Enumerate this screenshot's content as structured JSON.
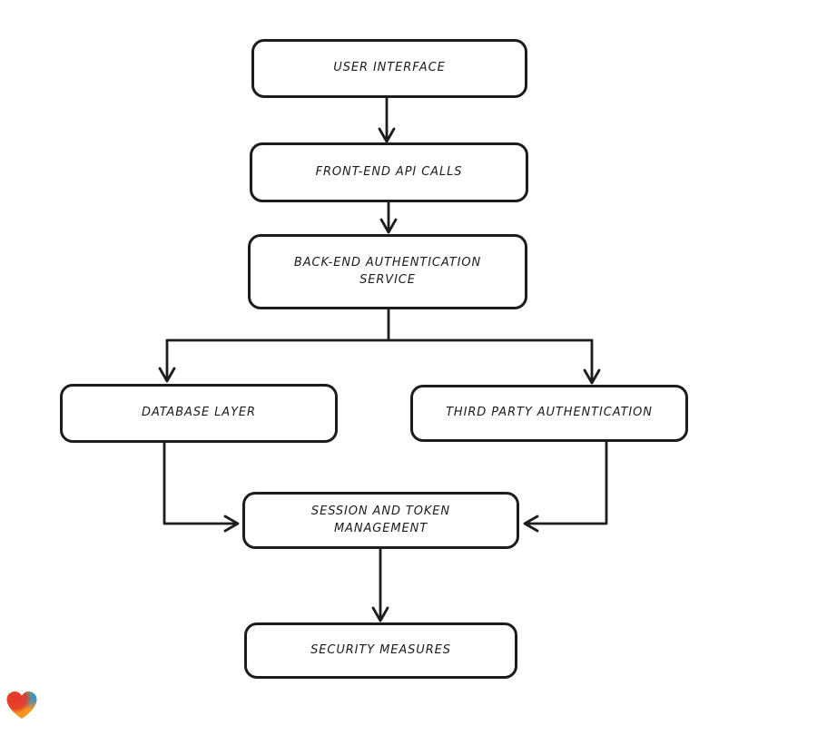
{
  "diagram": {
    "type": "flowchart",
    "style": "hand-drawn",
    "colors": {
      "stroke": "#1c1c1c",
      "node_fill": "#ffffff",
      "canvas_background": "#ffffff",
      "logo_colors": [
        "#e5372b",
        "#2bb6a0",
        "#2f80ed",
        "#f5941d"
      ]
    },
    "nodes": [
      {
        "id": "user-interface",
        "label": "USER INTERFACE"
      },
      {
        "id": "front-end-api-calls",
        "label": "FRONT-END API CALLS"
      },
      {
        "id": "back-end-authentication-service",
        "label": "BACK-END AUTHENTICATION SERVICE"
      },
      {
        "id": "database-layer",
        "label": "DATABASE LAYER"
      },
      {
        "id": "third-party-authentication",
        "label": "THIRD PARTY AUTHENTICATION"
      },
      {
        "id": "session-and-token-management",
        "label": "SESSION AND TOKEN MANAGEMENT"
      },
      {
        "id": "security-measures",
        "label": "SECURITY MEASURES"
      }
    ],
    "edges": [
      {
        "from": "user-interface",
        "to": "front-end-api-calls"
      },
      {
        "from": "front-end-api-calls",
        "to": "back-end-authentication-service"
      },
      {
        "from": "back-end-authentication-service",
        "to": "database-layer"
      },
      {
        "from": "back-end-authentication-service",
        "to": "third-party-authentication"
      },
      {
        "from": "database-layer",
        "to": "session-and-token-management"
      },
      {
        "from": "third-party-authentication",
        "to": "session-and-token-management"
      },
      {
        "from": "session-and-token-management",
        "to": "security-measures"
      }
    ],
    "logo": {
      "name": "gradient-heart-logo"
    }
  }
}
